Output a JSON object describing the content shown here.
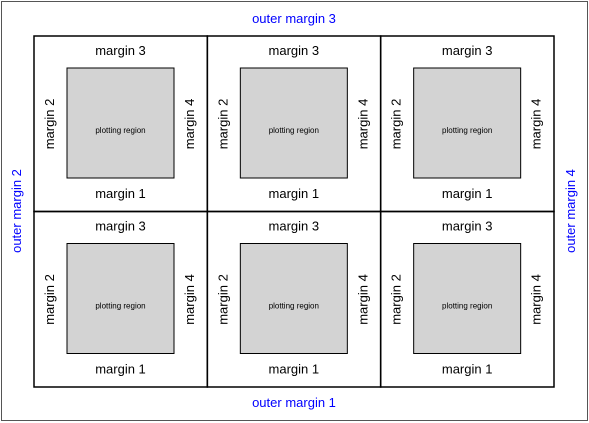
{
  "colors": {
    "outer_label": "#0000ff",
    "plot_fill": "#d3d3d3",
    "frame_stroke": "#000000",
    "outer_frame_stroke": "#555555"
  },
  "outer_margins": {
    "top": "outer margin 3",
    "bottom": "outer margin 1",
    "left": "outer margin 2",
    "right": "outer margin 4"
  },
  "panel_labels": {
    "top": "margin 3",
    "bottom": "margin 1",
    "left": "margin 2",
    "right": "margin 4",
    "plot": "plotting region"
  },
  "grid": {
    "rows": 2,
    "cols": 3
  }
}
